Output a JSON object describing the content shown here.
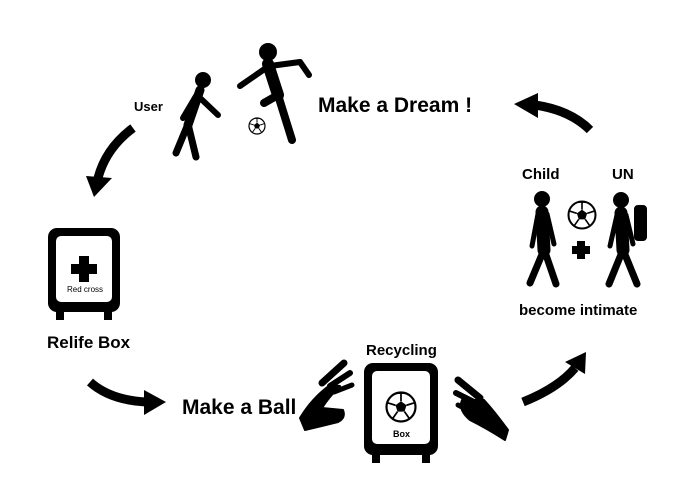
{
  "labels": {
    "user": "User",
    "make_dream": "Make a Dream !",
    "child": "Child",
    "un": "UN",
    "become_intimate": "become intimate",
    "recycling": "Recycling",
    "box": "Box",
    "make_ball": "Make a Ball",
    "red_cross": "Red cross",
    "relife_box": "Relife Box"
  },
  "colors": {
    "ink": "#000000",
    "paper": "#ffffff"
  }
}
